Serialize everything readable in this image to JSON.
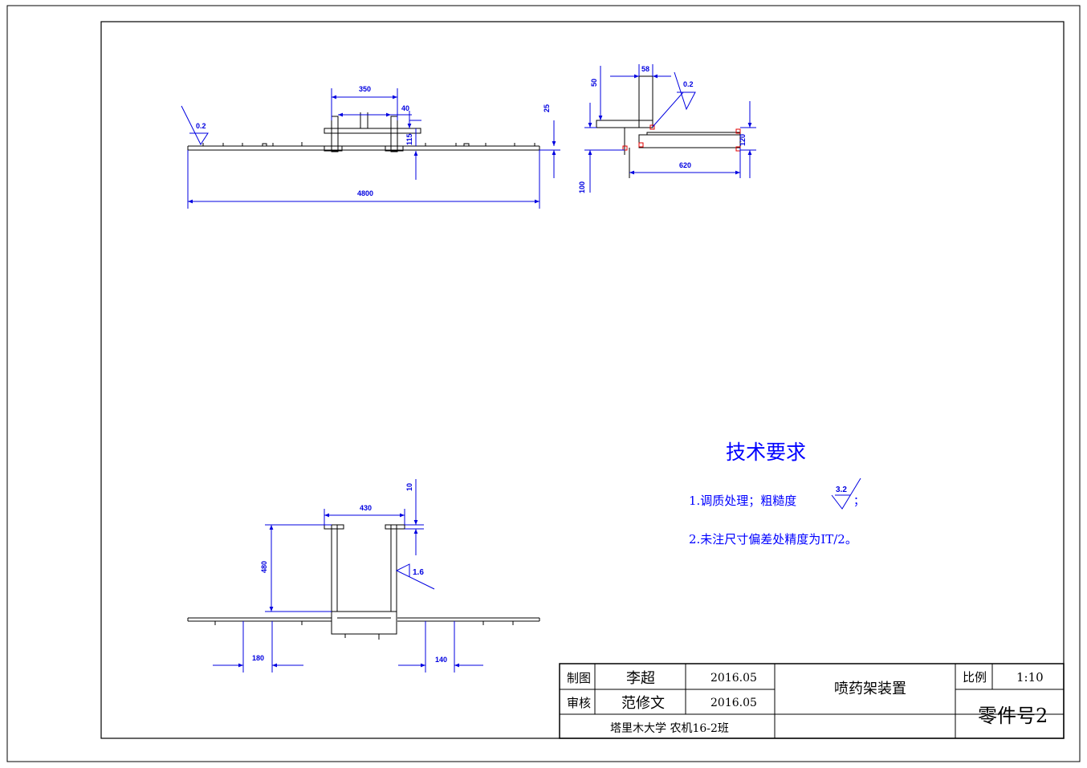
{
  "dimensions": {
    "top_view": {
      "d350": "350",
      "d40": "40",
      "d25": "25",
      "d115": "115",
      "d4800": "4800",
      "rough": "0.2"
    },
    "side_view": {
      "d58": "58",
      "d50": "50",
      "d120": "120",
      "d620": "620",
      "d100": "100",
      "rough": "0.2"
    },
    "bottom_view": {
      "d10": "10",
      "d430": "430",
      "d480": "480",
      "d180": "180",
      "d140": "140",
      "rough": "1.6"
    }
  },
  "tech": {
    "title": "技术要求",
    "item1": "1.调质处理；粗糙度",
    "item1_rough": "3.2",
    "item1_end": "；",
    "item2": "2.未注尺寸偏差处精度为IT/2。"
  },
  "title_block": {
    "drawn_label": "制图",
    "drawn_by": "李超",
    "drawn_date": "2016.05",
    "checked_label": "审核",
    "checked_by": "范修文",
    "checked_date": "2016.05",
    "school": "塔里木大学  农机16-2班",
    "part_title": "喷药架装置",
    "scale_label": "比例",
    "scale_value": "1:10",
    "part_number": "零件号2"
  },
  "colors": {
    "line": "#000000",
    "dimension": "#0000e0",
    "weld": "#e00000"
  }
}
